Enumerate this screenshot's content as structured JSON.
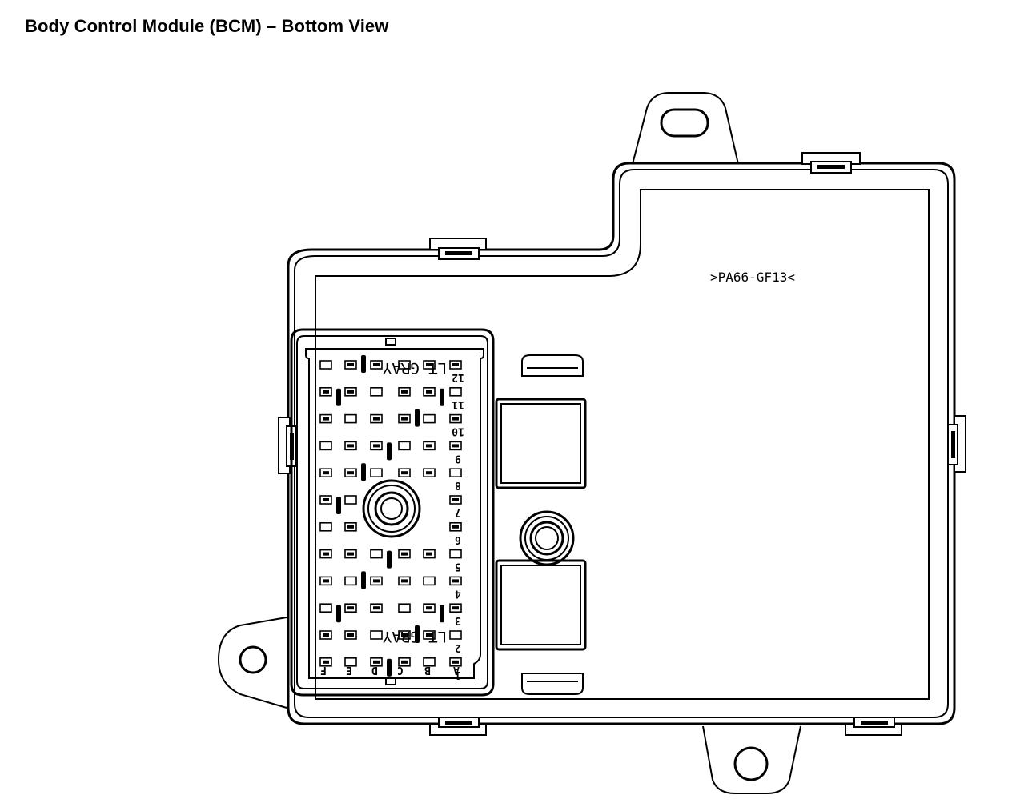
{
  "title": "Body Control Module (BCM) – Bottom View",
  "housing": {
    "material_marking": ">PA66-GF13<"
  },
  "connector": {
    "color_text": "LT GRAY",
    "row_numbers": [
      "12",
      "11",
      "10",
      "9",
      "8",
      "7",
      "6",
      "5",
      "4",
      "3",
      "2",
      "1"
    ],
    "column_letters": [
      "A",
      "B",
      "C",
      "D",
      "E",
      "F"
    ]
  }
}
